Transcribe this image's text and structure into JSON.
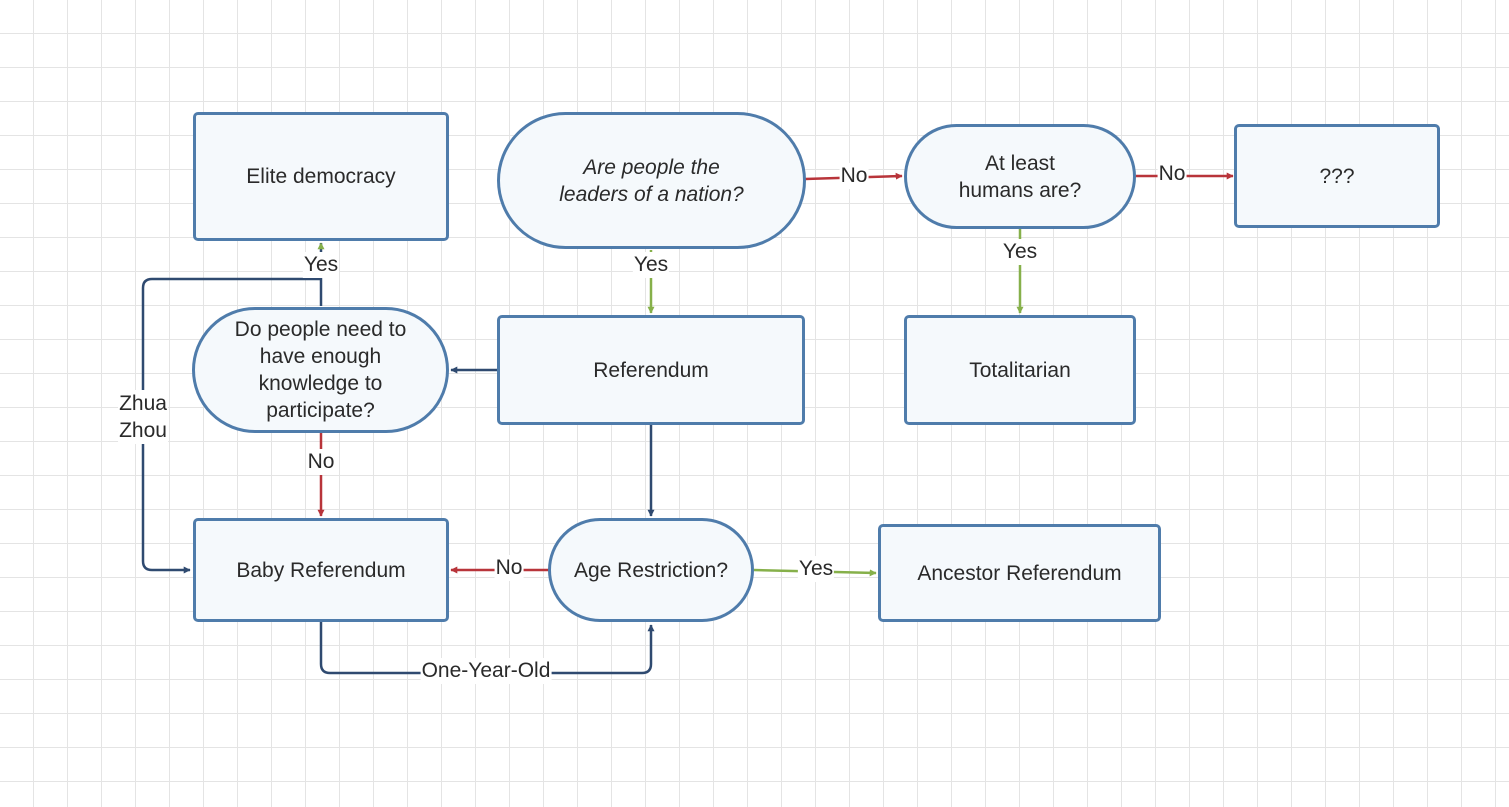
{
  "colors": {
    "border": "#4f7cab",
    "fill": "#f5f9fc",
    "edge_navy": "#2f4a70",
    "edge_red": "#b8343a",
    "edge_green": "#86b04a",
    "grid": "#e4e4e4"
  },
  "nodes": {
    "elite": "Elite democracy",
    "question": "Are people the\nleaders of a nation?",
    "at_least": "At least\nhumans are?",
    "unknown": "???",
    "knowledge": "Do people need to\nhave enough\nknowledge to\nparticipate?",
    "referendum": "Referendum",
    "totalitarian": "Totalitarian",
    "baby": "Baby Referendum",
    "age": "Age Restriction?",
    "ancestor": "Ancestor Referendum"
  },
  "edges": {
    "question_no": "No",
    "atleast_no": "No",
    "question_yes": "Yes",
    "atleast_yes": "Yes",
    "knowledge_yes": "Yes",
    "knowledge_no": "No",
    "zhua_zhou": "Zhua\nZhou",
    "age_no": "No",
    "age_yes": "Yes",
    "one_year_old": "One-Year-Old"
  }
}
